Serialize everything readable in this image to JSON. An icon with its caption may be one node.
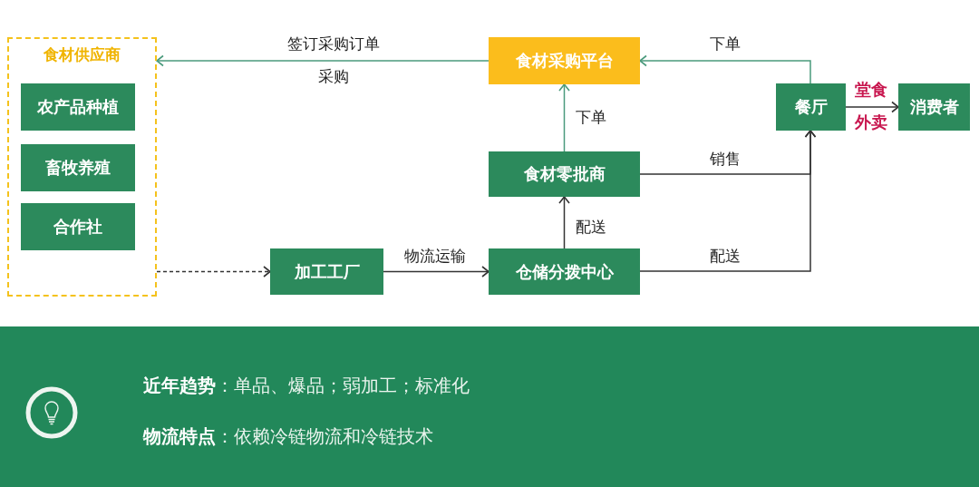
{
  "diagram": {
    "nodes": [
      {
        "text": [
          "食材供应商"
        ]
      },
      {
        "text": [
          "农产品种植"
        ],
        "in": 0
      },
      {
        "text": [
          "畜牧养殖"
        ],
        "in": 0
      },
      {
        "text": [
          "合作社"
        ],
        "in": 0
      },
      {
        "text": [
          "食材采购平台"
        ]
      },
      {
        "text": [
          "餐厅"
        ]
      },
      {
        "text": [
          "消费者"
        ]
      },
      {
        "text": [
          "食材零批商"
        ]
      },
      {
        "text": [
          "加工工厂"
        ]
      },
      {
        "text": [
          "仓储分拨中心"
        ]
      },
      {
        "text": [
          "**近年趋势**：单品、爆品；弱加工；标准化",
          "**物流特点**：依赖冷链物流和冷链技术"
        ]
      }
    ],
    "edges": [
      {
        "from": 4,
        "to": 0,
        "arrow": "to",
        "label": "签订采购订单",
        "color": "#4a9a7c"
      },
      {
        "from": 5,
        "to": 4,
        "arrow": "to",
        "label": "下单",
        "color": "#4a9a7c"
      },
      {
        "from": 5,
        "to": 6,
        "arrow": "to",
        "label": "堂食"
      },
      {
        "from": 7,
        "to": 4,
        "arrow": "to",
        "label": "下单",
        "color": "#4a9a7c"
      },
      {
        "from": 7,
        "to": 5,
        "arrow": "to",
        "label": "销售"
      },
      {
        "from": 9,
        "to": 7,
        "arrow": "to",
        "label": "配送"
      },
      {
        "from": 9,
        "to": 5,
        "arrow": "to",
        "label": "配送"
      },
      {
        "from": 8,
        "to": 9,
        "arrow": "to",
        "label": "物流运输"
      },
      {
        "from": 0,
        "to": 8,
        "arrow": "to",
        "style": "dashed"
      }
    ],
    "labels": [
      "采购",
      "外卖"
    ]
  }
}
